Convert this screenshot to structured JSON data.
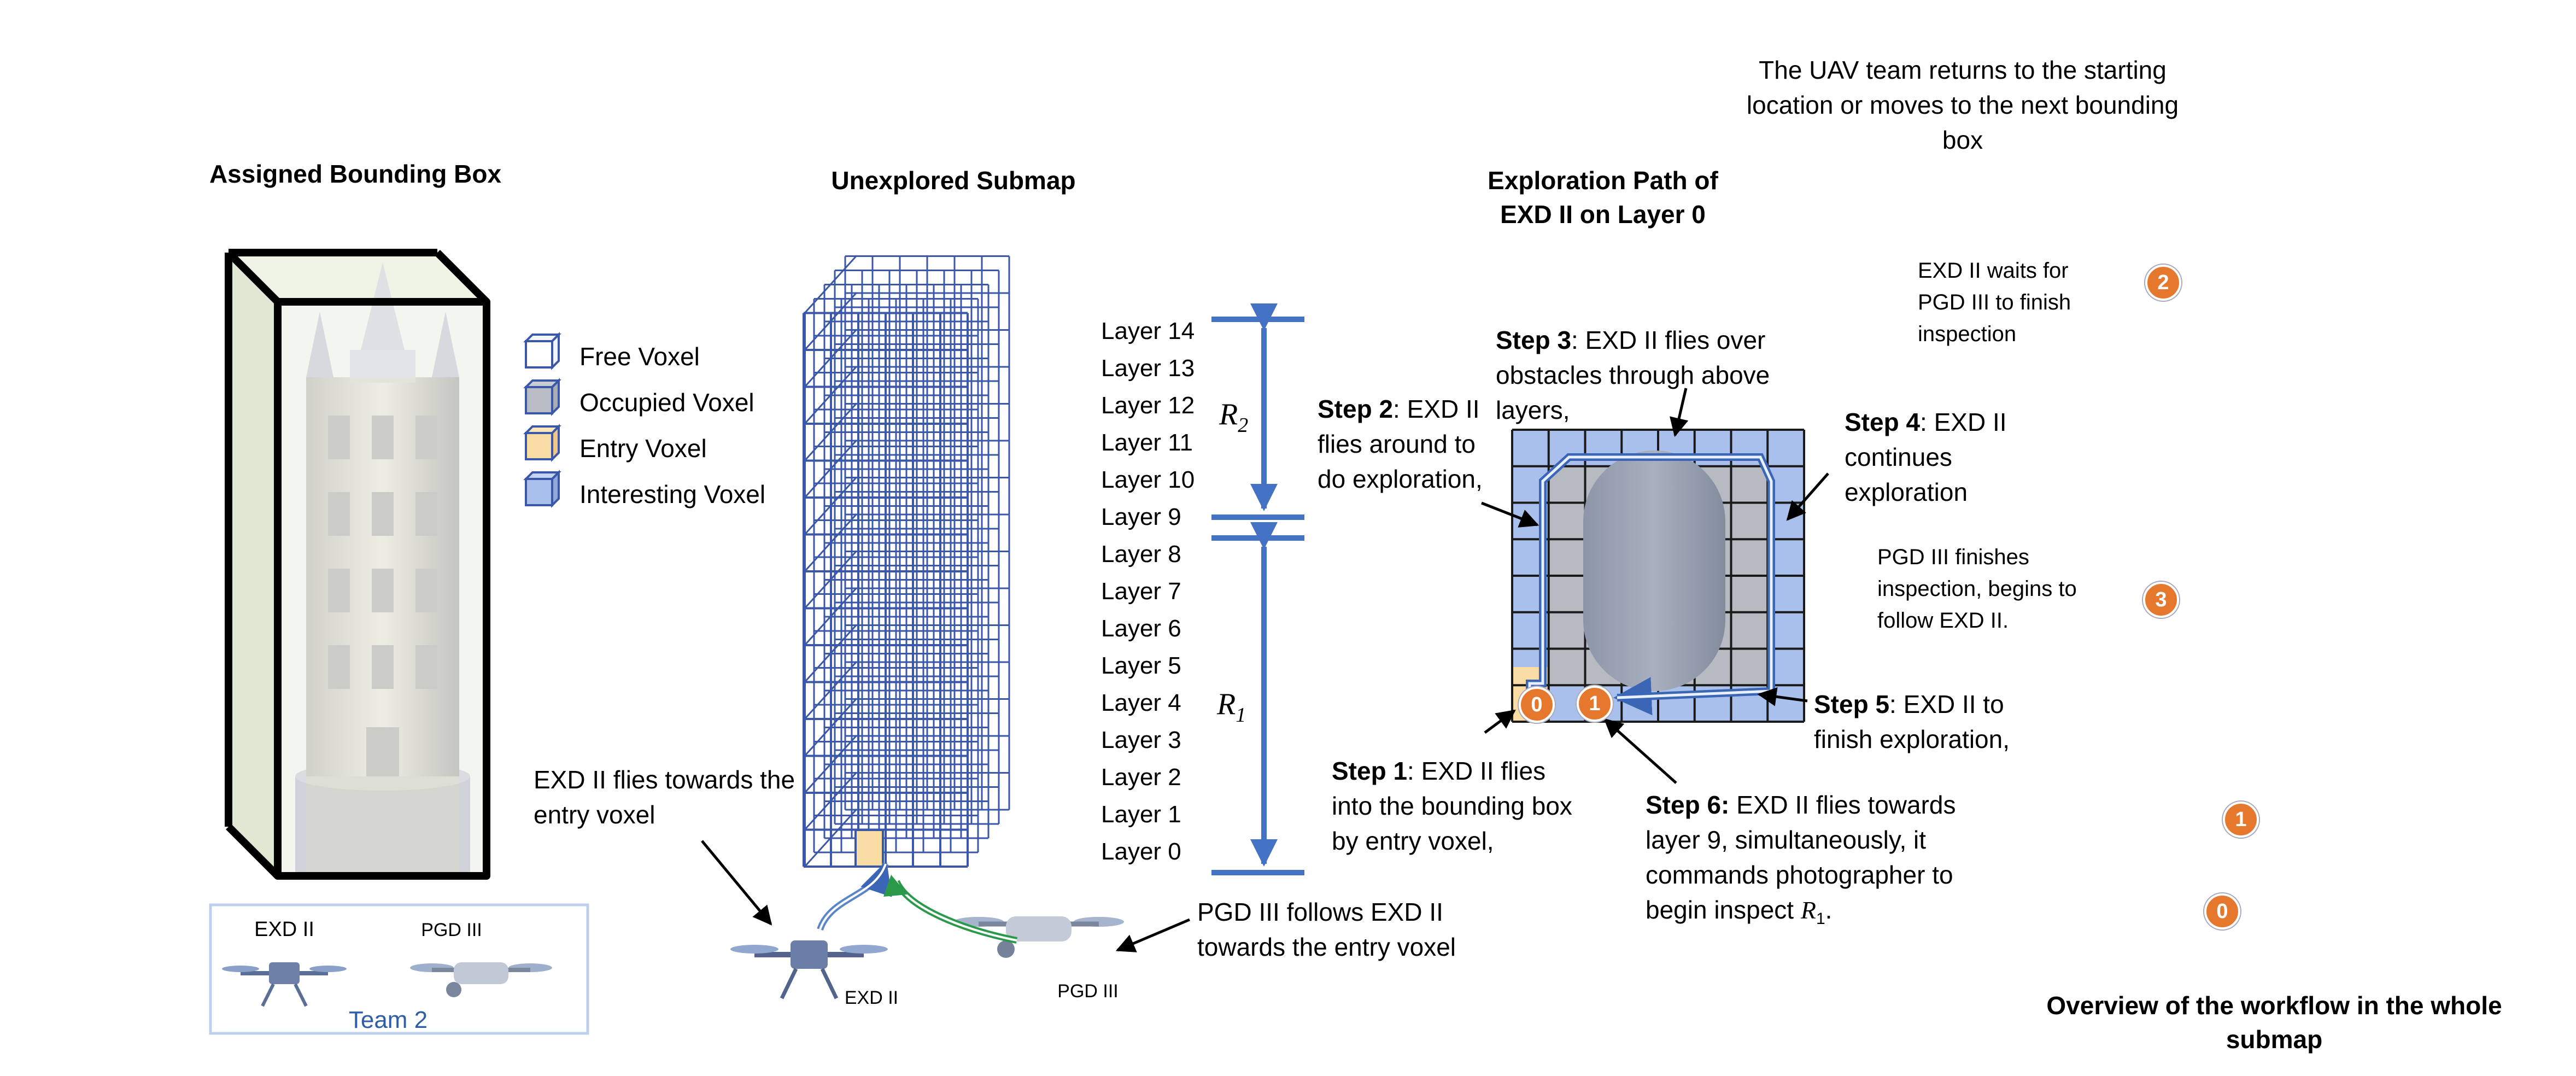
{
  "panel1": {
    "title": "Assigned Bounding Box",
    "team_box": {
      "exd": "EXD II",
      "pgd": "PGD III",
      "team": "Team 2"
    }
  },
  "legend": {
    "items": [
      {
        "label": "Free Voxel",
        "color": "#ffffff"
      },
      {
        "label": "Occupied Voxel",
        "color": "#b8bcc4"
      },
      {
        "label": "Entry Voxel",
        "color": "#f9dca3"
      },
      {
        "label": "Interesting Voxel",
        "color": "#a9c0ec"
      }
    ]
  },
  "panel2": {
    "title": "Unexplored Submap",
    "layers": [
      "Layer 14",
      "Layer 13",
      "Layer 12",
      "Layer 11",
      "Layer 10",
      "Layer 9",
      "Layer 8",
      "Layer 7",
      "Layer 6",
      "Layer 5",
      "Layer 4",
      "Layer 3",
      "Layer 2",
      "Layer 1",
      "Layer 0"
    ],
    "r2": "R",
    "r2_sub": "2",
    "r1": "R",
    "r1_sub": "1",
    "exd_note": "EXD II flies towards the entry voxel",
    "pgd_note": "PGD III follows EXD II towards the entry voxel",
    "exd_label": "EXD II",
    "pgd_label": "PGD III"
  },
  "panel3": {
    "title": "Exploration Path of EXD II on Layer 0",
    "step1_b": "Step 1",
    "step1": ": EXD II flies into the bounding box by entry voxel,",
    "step2_b": "Step 2",
    "step2": ": EXD II flies around to do exploration,",
    "step3_b": "Step 3",
    "step3": ": EXD II flies over obstacles through above layers,",
    "step4_b": "Step 4",
    "step4": ": EXD II continues exploration",
    "step5_b": "Step 5",
    "step5": ": EXD II to finish exploration,",
    "step6_b": "Step 6:",
    "step6": " EXD II flies towards layer 9, simultaneously, it commands photographer to begin inspect ",
    "step6_r": "R",
    "step6_sub": "1",
    "step6_end": ".",
    "badges": [
      "0",
      "1"
    ]
  },
  "panel4": {
    "title": "Overview of the workflow in the whole submap",
    "note_return": "The UAV team returns to the starting location or moves to the next bounding box",
    "note_wait": "EXD II waits for PGD III to finish inspection",
    "note_pgd": "PGD III finishes inspection, begins to follow EXD II.",
    "badges": [
      "2",
      "3",
      "1",
      "0"
    ]
  },
  "colors": {
    "voxel_blue": "#3b57a8",
    "path_blue": "#3aa2e8",
    "path_green": "#7ecf3e",
    "badge_orange": "#e6782e",
    "bracket_blue": "#4472c4"
  }
}
